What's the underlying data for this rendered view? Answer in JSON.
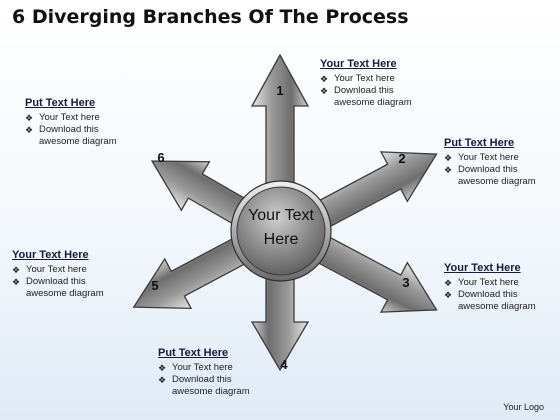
{
  "title": "6 Diverging Branches Of The Process",
  "center_text": [
    "Your Text",
    "Here"
  ],
  "arrows": [
    {
      "number": "1"
    },
    {
      "number": "2"
    },
    {
      "number": "3"
    },
    {
      "number": "4"
    },
    {
      "number": "5"
    },
    {
      "number": "6"
    }
  ],
  "text_blocks": [
    {
      "heading": "Your Text Here",
      "line1": "Your Text here",
      "line2a": "Download this",
      "line2b": "awesome diagram"
    },
    {
      "heading": "Put Text Here",
      "line1": "Your Text here",
      "line2a": "Download this",
      "line2b": "awesome diagram"
    },
    {
      "heading": "Your Text Here",
      "line1": "Your Text here",
      "line2a": "Download this",
      "line2b": "awesome diagram"
    },
    {
      "heading": "Put Text Here",
      "line1": "Your Text here",
      "line2a": "Download this",
      "line2b": "awesome diagram"
    },
    {
      "heading": "Your Text Here",
      "line1": "Your Text here",
      "line2a": "Download this",
      "line2b": "awesome diagram"
    },
    {
      "heading": "Put Text Here",
      "line1": "Your Text here",
      "line2a": "Download this",
      "line2b": "awesome diagram"
    }
  ],
  "bullet_glyph": "❖",
  "logo": "Your Logo",
  "colors": {
    "arrow_light": "#f2f2f2",
    "arrow_dark": "#5e5e5e",
    "center_dark": "#6a6a6a",
    "heading": "#1a1a3a"
  }
}
